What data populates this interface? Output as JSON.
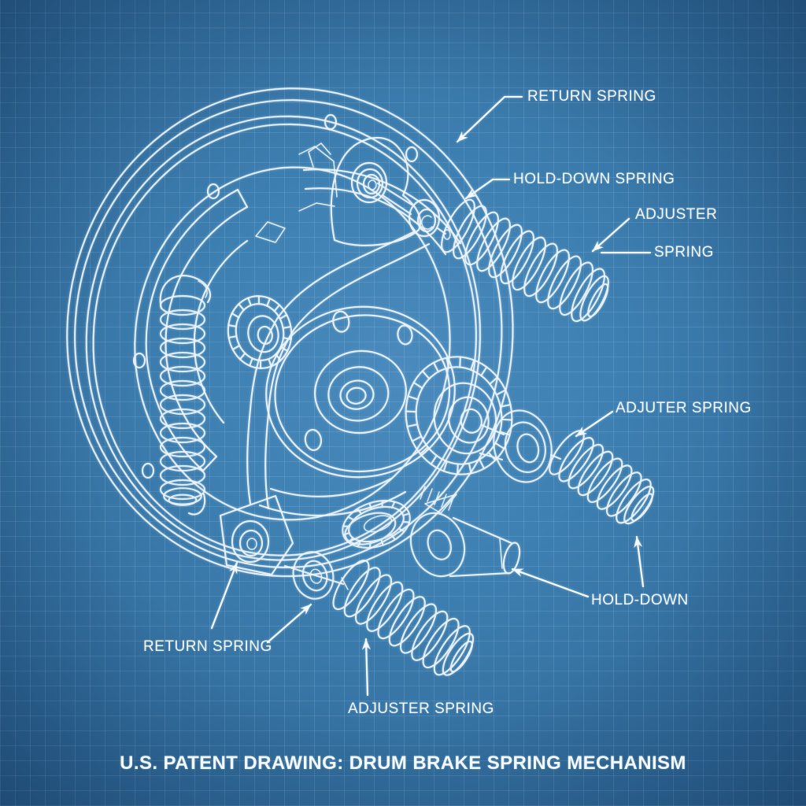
{
  "title": "U.S. PATENT DRAWING: DRUM BRAKE SPRING MECHANISM",
  "callouts": {
    "return_spring_top": "RETURN SPRING",
    "hold_down_spring": "HOLD-DOWN SPRING",
    "adjuster_line1": "ADJUSTER",
    "adjuster_line2": "SPRING",
    "adjuter_spring": "ADJUTER SPRING",
    "hold_down": "HOLD-DOWN",
    "return_spring_bottom": "RETURN SPRING",
    "adjuster_spring_bottom": "ADJUSTER SPRING"
  },
  "colors": {
    "background_blue": "#3b7daf",
    "grid_line": "#6ea3cc",
    "line_white": "#f3f8fc"
  }
}
